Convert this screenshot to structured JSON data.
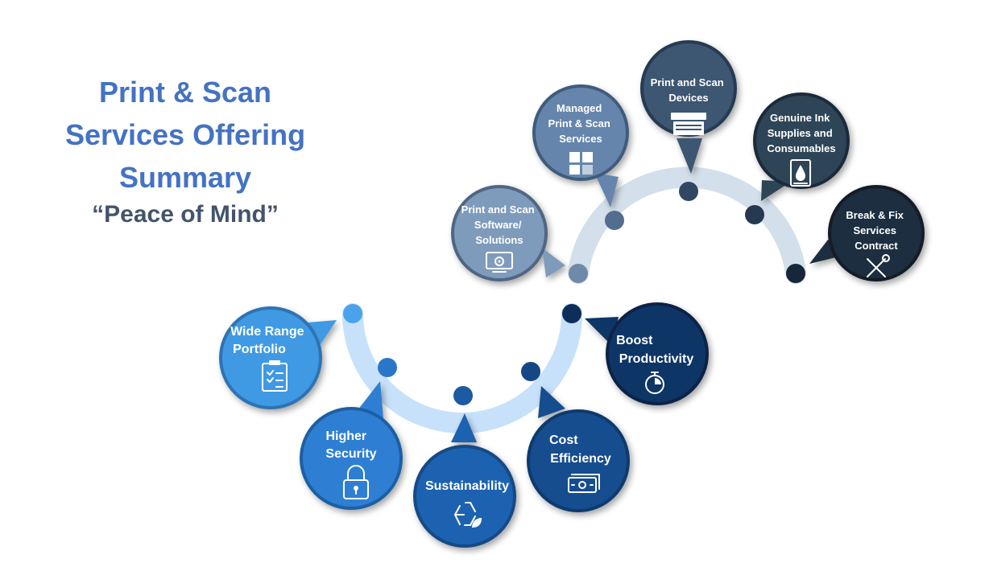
{
  "title": {
    "lines": [
      "Print & Scan",
      "Services Offering",
      "Summary"
    ],
    "subtitle": "“Peace of Mind”"
  },
  "services": [
    {
      "label_lines": [
        "Print and Scan",
        "Software/",
        "Solutions"
      ],
      "icon": "software-gear-monitor-icon",
      "color": "#7f9bbb"
    },
    {
      "label_lines": [
        "Managed",
        "Print & Scan",
        "Services"
      ],
      "icon": "puzzle-icon",
      "color": "#6585ac"
    },
    {
      "label_lines": [
        "Print and Scan",
        "Devices"
      ],
      "icon": "printer-icon",
      "color": "#3d5672"
    },
    {
      "label_lines": [
        "Genuine Ink",
        "Supplies and",
        "Consumables"
      ],
      "icon": "ink-cartridge-icon",
      "color": "#2f4459"
    },
    {
      "label_lines": [
        "Break & Fix",
        "Services",
        "Contract"
      ],
      "icon": "tools-icon",
      "color": "#1f2e3f"
    }
  ],
  "benefits": [
    {
      "label_lines": [
        "Wide Range",
        "Portfolio"
      ],
      "icon": "checklist-icon",
      "color": "#3f9ae3"
    },
    {
      "label_lines": [
        "Higher",
        "Security"
      ],
      "icon": "lock-icon",
      "color": "#2f7fd3"
    },
    {
      "label_lines": [
        "Sustainability"
      ],
      "icon": "recycle-icon",
      "color": "#1f62b0"
    },
    {
      "label_lines": [
        "Cost",
        "Efficiency"
      ],
      "icon": "money-icon",
      "color": "#164d8f"
    },
    {
      "label_lines": [
        "Boost",
        "Productivity"
      ],
      "icon": "stopwatch-icon",
      "color": "#0f3566"
    }
  ]
}
